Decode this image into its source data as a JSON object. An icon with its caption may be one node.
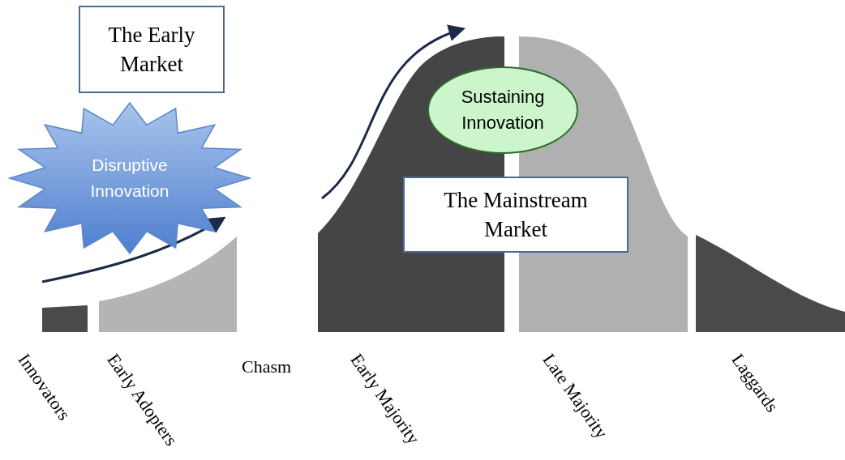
{
  "diagram": {
    "nodes": [
      {
        "text": [
          "The Early Market"
        ]
      },
      {
        "text": [
          "Disruptive Innovation"
        ]
      },
      {
        "text": [
          "Sustaining Innovation"
        ]
      },
      {
        "text": [
          "The Mainstream Market"
        ]
      }
    ],
    "labels": [
      "Innovators",
      "Early Adopters",
      "Chasm",
      "Early Majority",
      "Late Majority",
      "Laggards"
    ]
  }
}
